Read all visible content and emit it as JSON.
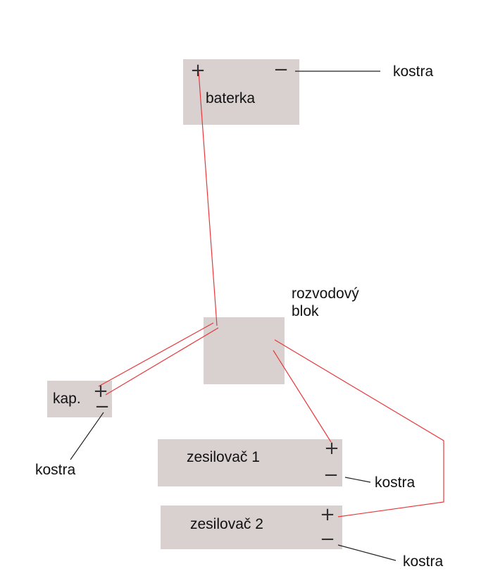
{
  "components": {
    "battery": {
      "label": "baterka",
      "plus": "+",
      "minus": "−",
      "ground": "kostra"
    },
    "distribution_block": {
      "label": "rozvodový\nblok"
    },
    "capacitor": {
      "label": "kap.",
      "plus": "+",
      "minus": "−",
      "ground": "kostra"
    },
    "amplifier_1": {
      "label": "zesilovač 1",
      "plus": "+",
      "minus": "−",
      "ground": "kostra"
    },
    "amplifier_2": {
      "label": "zesilovač 2",
      "plus": "+",
      "minus": "−",
      "ground": "kostra"
    }
  },
  "colors": {
    "box_fill": "#d9d0d0",
    "positive_wire": "#e8383b",
    "ground_wire": "#222222",
    "text": "#111111"
  }
}
